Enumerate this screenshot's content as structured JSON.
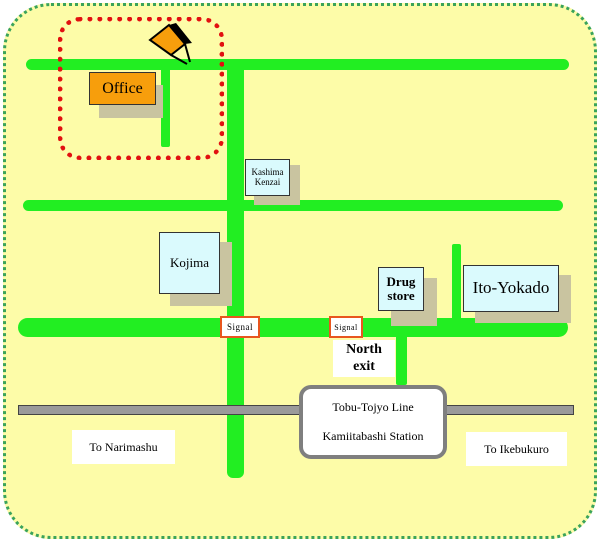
{
  "colors": {
    "background": "#fdfca8",
    "border_dots": "#3aa35a",
    "road": "#22ee22",
    "rail": "#9a9a9a",
    "office_fill": "#f79e0c",
    "building_fill": "#dafafd",
    "highlight": "#e21010",
    "signal_border": "#e8561e",
    "station_border": "#7f7f7f"
  },
  "icons": {
    "pin": "office-marker-icon"
  },
  "labels": {
    "office": "Office",
    "kashima": "Kashima\nKenzai",
    "kojima": "Kojima",
    "drug_store": "Drug\nstore",
    "ito_yokado": "Ito-Yokado",
    "signal_1": "Signal",
    "signal_2": "Signal",
    "north_exit": "North\nexit",
    "to_narimashu": "To Narimashu",
    "to_ikebukuro": "To Ikebukuro"
  },
  "station": {
    "line": "Tobu-Tojyo Line",
    "name": "Kamiitabashi Station"
  }
}
